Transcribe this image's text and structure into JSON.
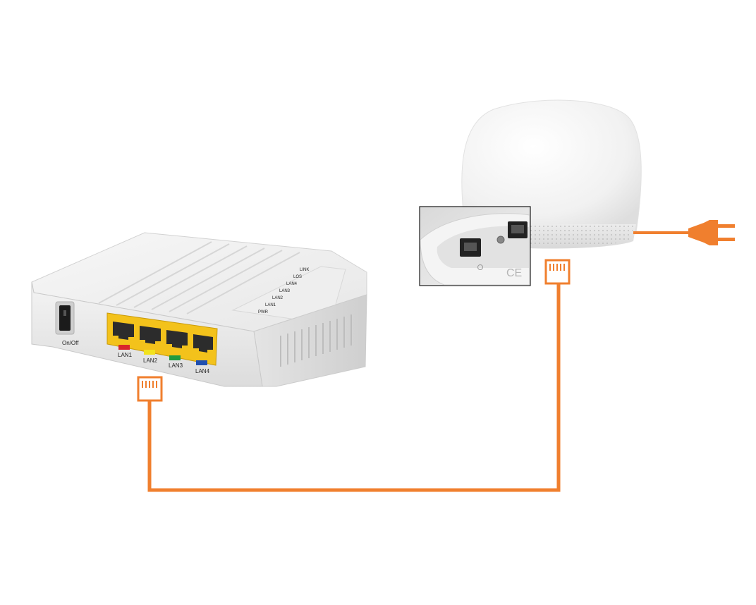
{
  "router": {
    "power_label": "On/Off",
    "ports": [
      {
        "label": "LAN1",
        "color": "#d9262b"
      },
      {
        "label": "LAN2",
        "color": "#f2e21e"
      },
      {
        "label": "LAN3",
        "color": "#1f9a3f"
      },
      {
        "label": "LAN4",
        "color": "#1f4fb0"
      }
    ],
    "port_color": "#f3c21b",
    "indicator_labels": [
      "LINK",
      "LOS",
      "LAN4",
      "LAN3",
      "LAN2",
      "LAN1",
      "PWR"
    ]
  },
  "mesh_point": {
    "inset_mark": "CE"
  },
  "cable": {
    "color": "#f07f2e"
  }
}
